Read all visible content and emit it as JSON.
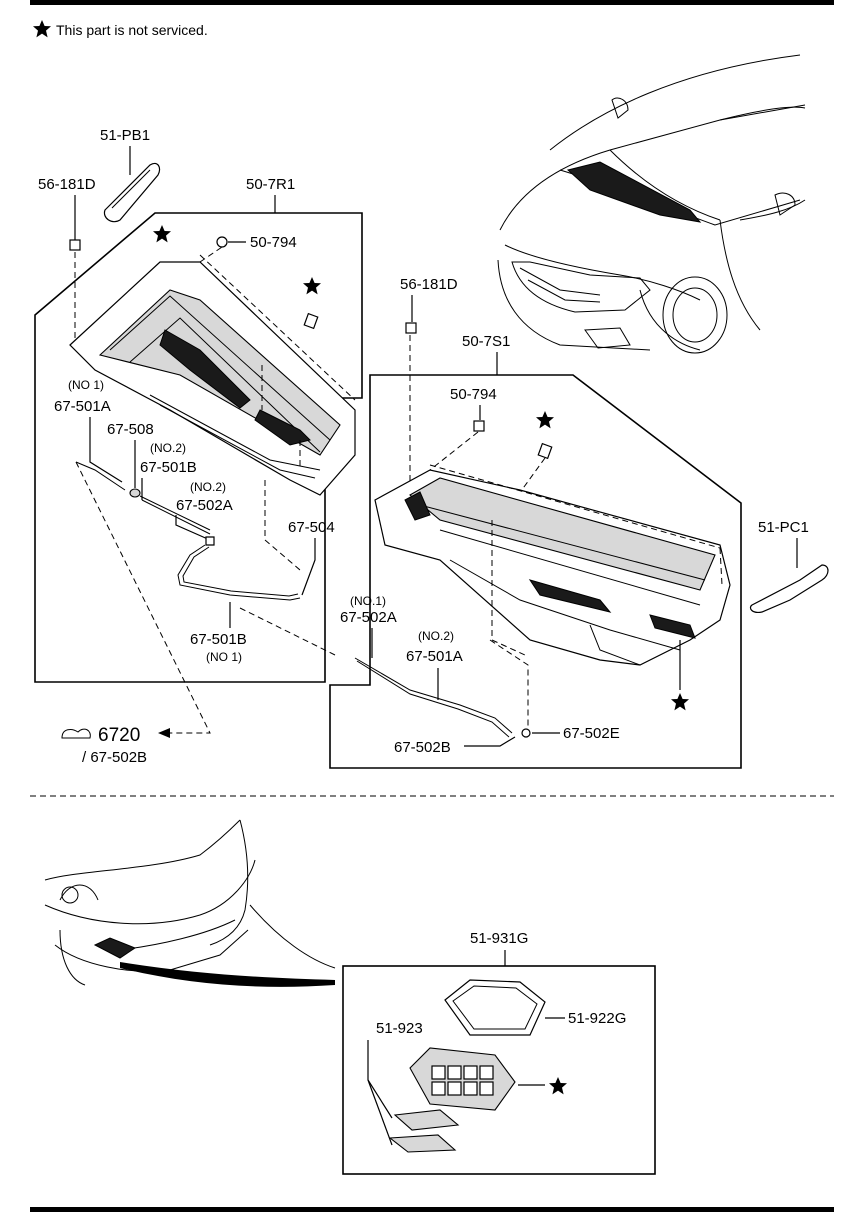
{
  "note": {
    "text": "This part is not serviced."
  },
  "labels": {
    "pb1": "51-PB1",
    "clip_left": "56-181D",
    "cowl_left": "50-7R1",
    "nut_left": "50-794",
    "no1_a": "(NO 1)",
    "hose_501a_left": "67-501A",
    "jet_508": "67-508",
    "no2_a": "(NO.2)",
    "hose_501b_top": "67-501B",
    "no2_b": "(NO.2)",
    "conn_502a_left": "67-502A",
    "hose_504": "67-504",
    "hose_501b_bottom": "67-501B",
    "no1_b": "(NO 1)",
    "ref_6720": "6720",
    "ref_502b_left": "/ 67-502B",
    "clip_right": "56-181D",
    "cowl_right": "50-7S1",
    "nut_right": "50-794",
    "pc1": "51-PC1",
    "no1_c": "(NO.1)",
    "conn_502a_right": "67-502A",
    "no2_c": "(NO.2)",
    "hose_501a_right": "67-501A",
    "conn_502e": "67-502E",
    "conn_502b_right": "67-502B",
    "vent_assy": "51-931G",
    "vent_seal": "51-922G",
    "vent_flap": "51-923"
  },
  "icons": {
    "star": "star-icon",
    "ref_arrow": "reference-arrow-icon"
  }
}
